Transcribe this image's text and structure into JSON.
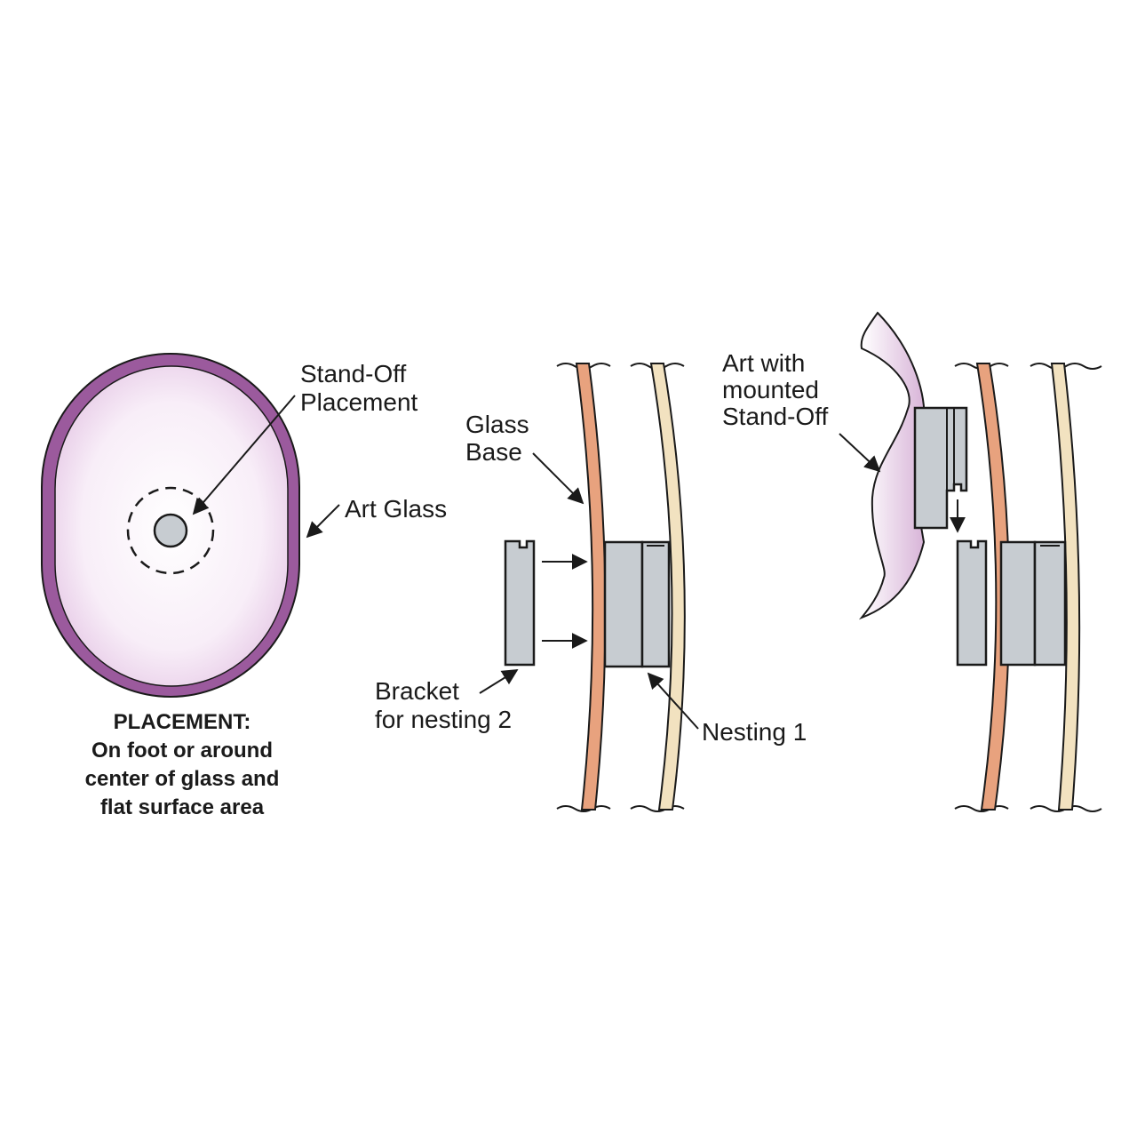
{
  "labels": {
    "standoff_placement": [
      "Stand-Off",
      "Placement"
    ],
    "art_glass": "Art Glass",
    "placement_caption": [
      "PLACEMENT:",
      "On foot or around",
      "center of glass and",
      "flat surface area"
    ],
    "glass_base": [
      "Glass",
      "Base"
    ],
    "bracket": [
      "Bracket",
      "for nesting 2"
    ],
    "nesting1": "Nesting 1",
    "art_with_standoff": [
      "Art with",
      "mounted",
      "Stand-Off"
    ]
  },
  "colors": {
    "art_glass": "#9b5a9d",
    "art_glass_inner": "#f6ecf6",
    "standoff_gray": "#c7ccd1",
    "glass_base_orange": "#e8a27e",
    "glass_pale": "#f2e2c0",
    "line": "#1a1a1a"
  }
}
